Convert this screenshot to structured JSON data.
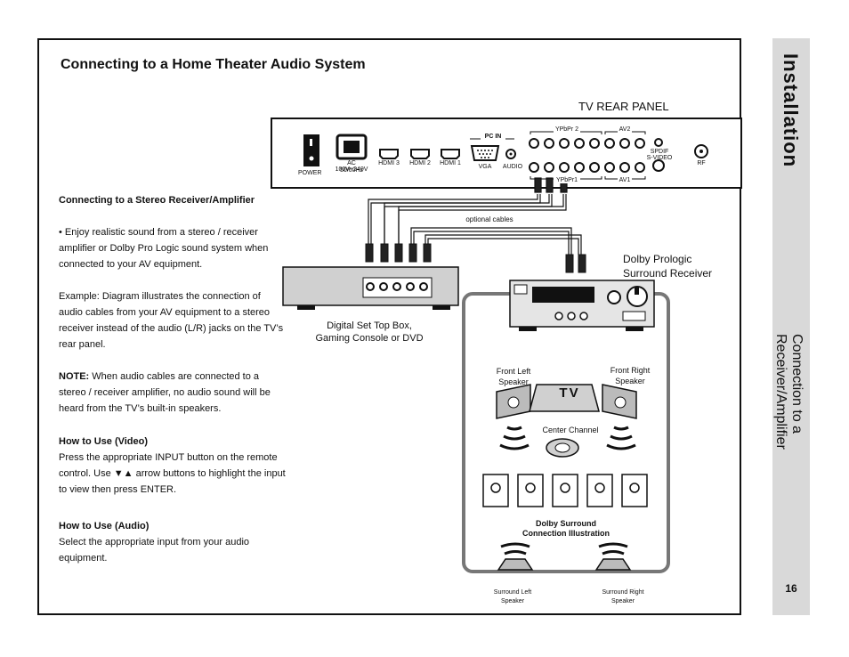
{
  "heading": "Connecting to a Home Theater Audio System",
  "sidebar": {
    "title": "Installation",
    "subtitle_line1": "Connection to a",
    "subtitle_line2": "Receiver/Amplifier",
    "page_number": "16"
  },
  "diagram": {
    "tv_rear_panel": "TV REAR PANEL",
    "power": "POWER",
    "ac_label_1": "AC 100V~240V",
    "ac_label_2": "50/60Hz",
    "hdmi3": "HDMI 3",
    "hdmi2": "HDMI 2",
    "hdmi1": "HDMI 1",
    "pc_in": "PC IN",
    "vga": "VGA",
    "audio": "AUDIO",
    "ypbpr2": "YPbPr 2",
    "ypbpr1": "YPbPr1",
    "av2": "AV2",
    "av1": "AV1",
    "spdif": "SPDIF",
    "svideo": "S-VIDEO",
    "rf": "RF",
    "optional_cables": "optional cables",
    "receiver_label_1": "Dolby Prologic",
    "receiver_label_2": "Surround Receiver",
    "settop_label_1": "Digital Set Top Box,",
    "settop_label_2": "Gaming Console or DVD",
    "front_left_1": "Front Left",
    "front_left_2": "Speaker",
    "front_right_1": "Front Right",
    "front_right_2": "Speaker",
    "tv": "TV",
    "center_channel": "Center Channel",
    "dolby_caption_1": "Dolby Surround",
    "dolby_caption_2": "Connection Illustration",
    "surround_left_1": "Surround Left",
    "surround_left_2": "Speaker",
    "surround_right_1": "Surround Right",
    "surround_right_2": "Speaker"
  },
  "body": {
    "subheading": "Connecting to a Stereo Receiver/Amplifier",
    "bullet": "• Enjoy realistic sound from a stereo / receiver amplifier or Dolby Pro Logic sound system when connected to your AV equipment.",
    "example": "Example: Diagram illustrates the connection of audio cables from your AV equipment to a stereo receiver instead of the audio (L/R) jacks on the TV’s rear panel.",
    "note_label": "NOTE:",
    "note_text": " When audio cables are connected to a stereo / receiver amplifier, no audio sound will be heard from the TV’s built-in speakers.",
    "video_title": "How to Use (Video)",
    "video_text": "Press the appropriate INPUT button on the remote control. Use ▼▲ arrow buttons to highlight the input to view then press ENTER.",
    "audio_title": "How to Use (Audio)",
    "audio_text": "Select the appropriate input from your audio equipment."
  }
}
